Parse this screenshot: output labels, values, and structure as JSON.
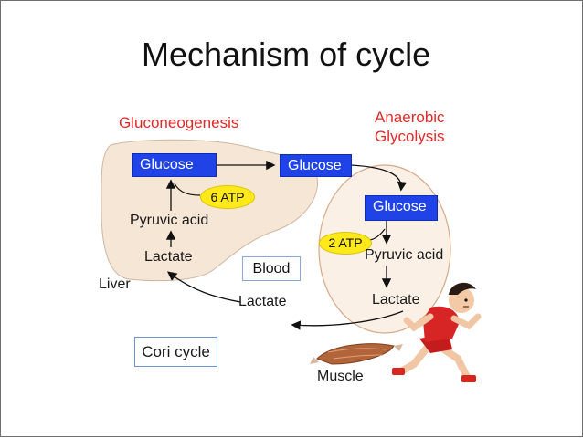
{
  "title": "Mechanism of cycle",
  "labels": {
    "gluconeogenesis": "Gluconeogenesis",
    "anaerobic_line1": "Anaerobic",
    "anaerobic_line2": "Glycolysis",
    "liver": "Liver",
    "blood": "Blood",
    "muscle": "Muscle",
    "cori_cycle": "Cori cycle"
  },
  "liver_side": {
    "glucose": "Glucose",
    "atp": "6 ATP",
    "pyruvic_acid": "Pyruvic acid",
    "lactate": "Lactate"
  },
  "blood_side": {
    "glucose": "Glucose",
    "lactate": "Lactate"
  },
  "muscle_side": {
    "glucose": "Glucose",
    "atp": "2 ATP",
    "pyruvic_acid": "Pyruvic acid",
    "lactate": "Lactate"
  },
  "colors": {
    "liver_fill": "#f6e6d6",
    "muscle_fill": "#fbf0e5",
    "glucose_box": "#1f43e6",
    "atp_bubble": "#ffe91a",
    "heading_red": "#e02a2a",
    "cori_border": "#6d93d6"
  },
  "icons": [
    "liver-organ-illustration",
    "muscle-cell-ellipse",
    "muscle-fiber-icon",
    "runner-illustration"
  ]
}
